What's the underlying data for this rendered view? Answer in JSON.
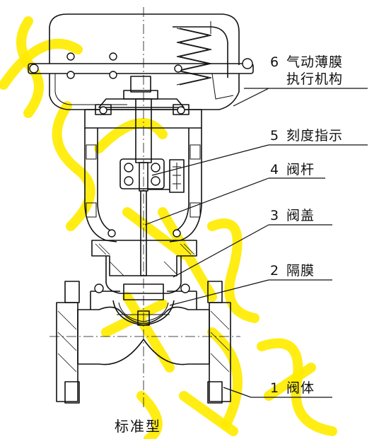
{
  "figure": {
    "caption": "标准型",
    "parts": [
      {
        "number": "6",
        "name": "气动薄膜",
        "name_line2": "执行机构"
      },
      {
        "number": "5",
        "name": "刻度指示"
      },
      {
        "number": "4",
        "name": "阀杆"
      },
      {
        "number": "3",
        "name": "阀盖"
      },
      {
        "number": "2",
        "name": "隔膜"
      },
      {
        "number": "1",
        "name": "阀体"
      }
    ]
  },
  "colors": {
    "line": "#111111",
    "watermark": "#ffeb00",
    "background": "#ffffff"
  }
}
